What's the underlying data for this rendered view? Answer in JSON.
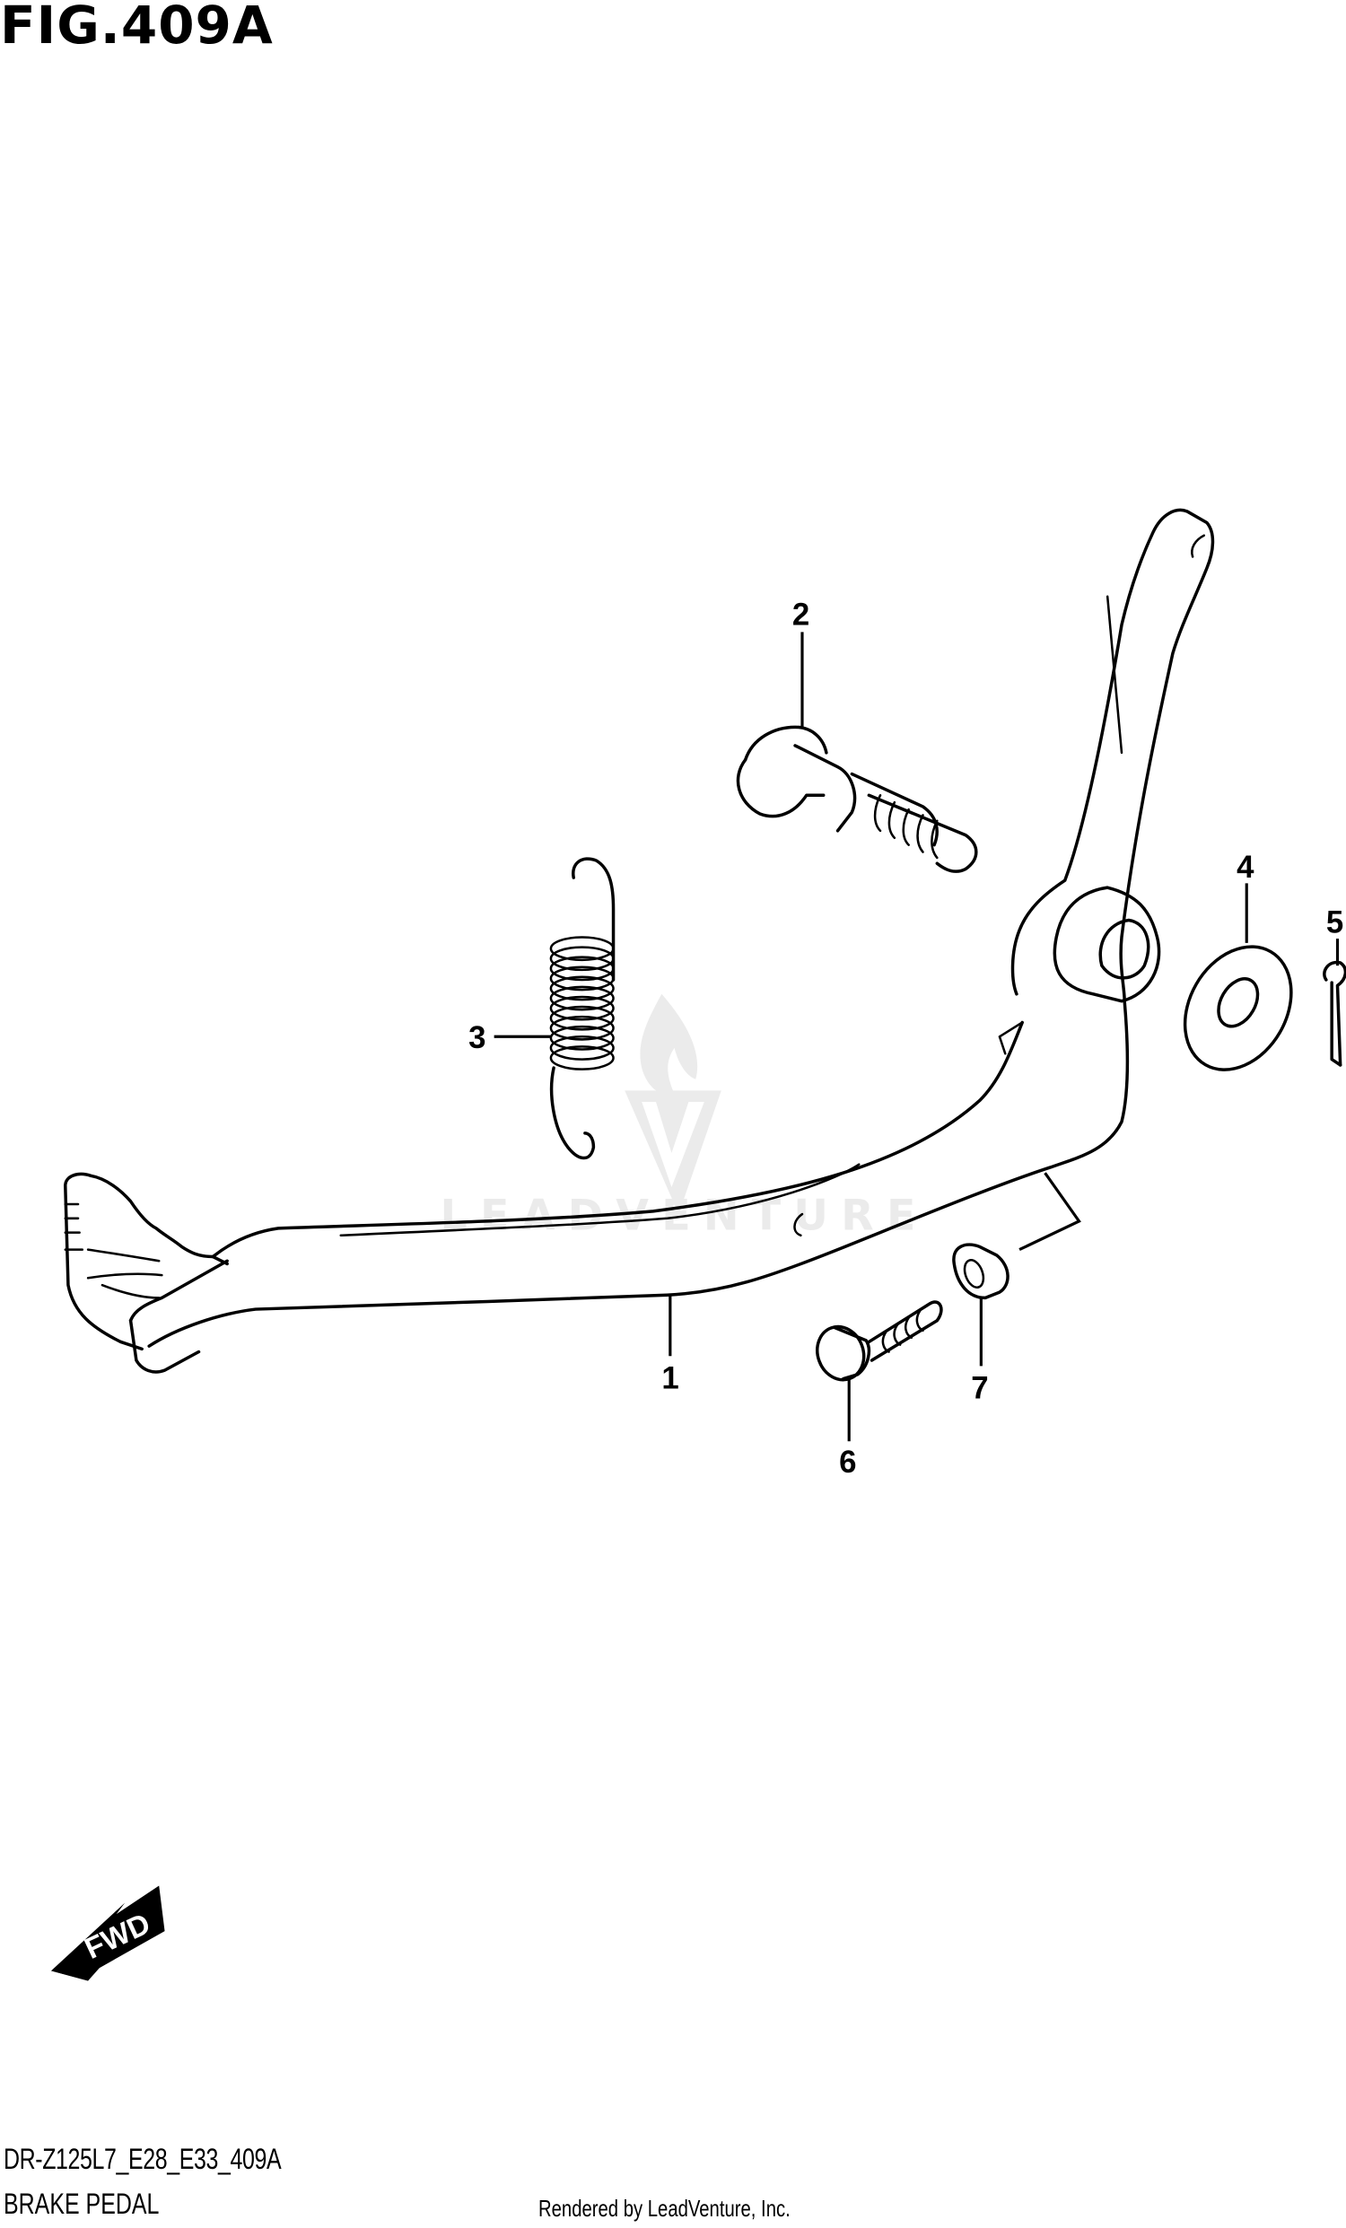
{
  "figure": {
    "title": "FIG.409A",
    "diagram_code": "DR-Z125L7_E28_E33_409A",
    "diagram_name": "BRAKE PEDAL",
    "credit": "Rendered by LeadVenture, Inc."
  },
  "callouts": [
    {
      "number": "1",
      "part": "brake-pedal"
    },
    {
      "number": "2",
      "part": "pedal-shaft-pin"
    },
    {
      "number": "3",
      "part": "return-spring"
    },
    {
      "number": "4",
      "part": "washer"
    },
    {
      "number": "5",
      "part": "cotter-pin"
    },
    {
      "number": "6",
      "part": "bolt"
    },
    {
      "number": "7",
      "part": "nut"
    }
  ],
  "direction_indicator": {
    "label": "FWD",
    "icon": "arrow-forward-icon"
  },
  "watermark": {
    "text": "LEADVENTURE",
    "icon": "leadventure-logo-icon"
  }
}
